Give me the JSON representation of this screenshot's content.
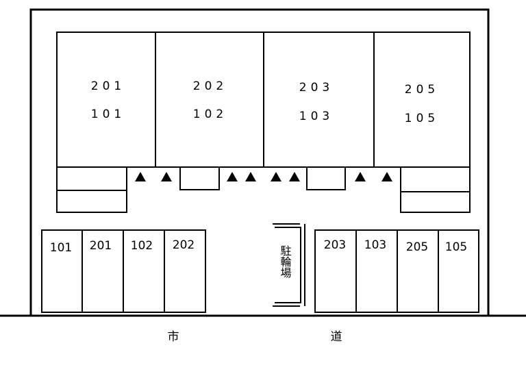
{
  "building_units": [
    {
      "upper": "201",
      "lower": "101"
    },
    {
      "upper": "202",
      "lower": "102"
    },
    {
      "upper": "203",
      "lower": "103"
    },
    {
      "upper": "205",
      "lower": "105"
    }
  ],
  "parking_left": [
    "101",
    "201",
    "102",
    "202"
  ],
  "parking_right": [
    "203",
    "103",
    "205",
    "105"
  ],
  "bicycle_parking": "駐輪場",
  "road_label_1": "市",
  "road_label_2": "道"
}
